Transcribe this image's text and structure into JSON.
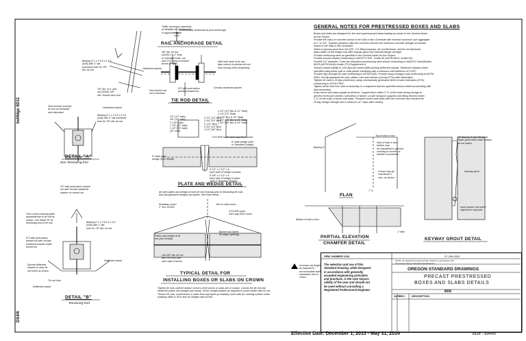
{
  "side_labels": {
    "top": "beMdge 6D11",
    "bottom": "DS4/6"
  },
  "details": {
    "rail_anchorage": "RAIL ANCHORAGE DETAIL",
    "tie_rod": "TIE ROD DETAIL",
    "plate_wedge": "PLATE AND WEDGE DETAIL",
    "typical_line1": "TYPICAL DETAIL FOR",
    "typical_line2": "INSTALLING BOXES OR SLABS ON CROWN",
    "detail_a": "DETAIL \"A\"",
    "detail_a_sub": "Non-Tensioning End",
    "detail_b": "DETAIL \"B\"",
    "detail_b_sub": "Tensioning End",
    "plan": "PLAN",
    "partial_elev_1": "PARTIAL ELEVATION",
    "partial_elev_2": "CHAMFER DETAIL",
    "keyway": "KEYWAY GROUT DETAIL"
  },
  "callouts": {
    "traffic_rail": [
      "Traffic rail anchor assembly",
      "as detailed on rail drawings",
      "or approved equal"
    ],
    "deflector": "Deflector bar downward at post anchorage",
    "rod_spec": [
      "5/8\" dia. tie rod",
      "(A449) x 8'-2\" long",
      "w/ threaded ends, nut",
      "and 3\"x4\" long at exterior",
      "boxes or slabs"
    ],
    "hardened_washer": "Hardened washer",
    "nonfurned": [
      "Non-furned end",
      "nut in blockout"
    ],
    "dti": [
      "DTI with protrusions",
      "pointing toward nut"
    ],
    "with_ends": [
      "With both ends of tie rod,",
      "tape wrench to prevent tie rod",
      "from turning when tensioning."
    ],
    "circular_washer": "Circular hardened washer",
    "bearing_top": [
      "Bearing E 1 x 4 1/2 x 4 1/2",
      "(A36) with 1\" dia.",
      "(oversize) hole for 7/8\"",
      "dia. tie rod"
    ],
    "dia_nut": [
      "7/8\" dia. N.S. and",
      "nut (A449), 5/8\"",
      "min. thread each end"
    ],
    "nuts_housed": [
      "Nuts housed oversize",
      "tie rod nut threaded",
      "and lubricated"
    ],
    "bearing_mid": [
      "Bearing E 1 x 4 1/2 x 4 1/2",
      "(A36) with 1\" dia./centered",
      "hole for 7/8\" dia. tie rod"
    ],
    "dti_toward": [
      "DTI with protrusions toward",
      "nut with circular hardened",
      "washer on turned nut"
    ],
    "recess": [
      "Form recess bearing plate",
      "perpendicular to tie rod as",
      "shown. Use Detail \"B\" at",
      "tensioning end of tie rod."
    ],
    "dti_b": [
      "DTI with protrusions",
      "toward nut with circular",
      "hardened washer under",
      "turned nut"
    ],
    "bearing_b": [
      "Bearing E 1 x 4 1/2 x 4 1/2",
      "(A36) with 1\" dia.",
      "hole for 7/8\" dia. tie rod"
    ],
    "spread": [
      "Spread deflected",
      "strands to clear tie",
      "rod holes as shown"
    ],
    "tierod_hole": "Tie rod hole",
    "deflected": "Deflected strand",
    "deflected2": "Deflected strand",
    "rod_list": [
      "1 1/2\" (13\" Box & 12\" Slab)",
      "2 1/4\" (15\" Slab)",
      "2\" (18\" Box & 18\" Slab)",
      "2 1/4\" (21\" Box & 21\" Slab)",
      "2 1/2\" (48\" Box & 26\" Slab)"
    ],
    "depths_left": [
      "1/2\" (12\" slab)",
      "3/4\" (15\" slab)",
      "1\" (18\" slab)",
      "1 1/4\" (21\" slab)",
      "1 1/2\" (26\" slab)",
      "(30\" slab)"
    ],
    "depths_right": [
      "2 1/2\" (13\" Box)",
      "2 3/4\" (15\" Box)",
      "3\" (21\" Box)",
      "3 1/4\" (24\" Box)",
      "3 1/2\" (48\" Box)"
    ],
    "wide_steel": [
      "8\" wide steel",
      "wedge (See Details)"
    ],
    "wedge_note": [
      "8\" wide wedge (A36",
      "or Standard Quality)"
    ],
    "fy_plate": "0.03 ft³/ft super each way from crown",
    "plate_spec": [
      "E 1/2\" x 2 1/2\" x 9",
      "each side of wedge in boxes,",
      "E 5/8\" x 2 1/2\" x 9",
      "each side of wedge in slabs",
      "(A36 or Standard Quality)"
    ],
    "plate_note": [
      "All steel plates and wedge at each tie rod crossing prior to tensioning tie rods.",
      "Anti-slip galvanize wedges and plates. See Note below."
    ],
    "roadway_crown": [
      "Roadway crown",
      "2\" min. ACWS"
    ],
    "box_slab": "Box or slab crown",
    "fy_super": [
      "0.03 ft³/ft super",
      "each way from crown"
    ],
    "plates_wedge": [
      "Plates and wedge at tie",
      "rod (see Details)"
    ],
    "backer_rod": [
      "Backer rod (sized",
      "for larger opening)"
    ],
    "use_dia": [
      "Use 5/8\" dia. tie rod",
      "with hex nuts and",
      "each side of boxes"
    ],
    "increase_rod": [
      "Increase rod length",
      "as required to",
      "accommodate add'l",
      "separation due to",
      "crown."
    ],
    "bottom_note": [
      "Tighten tie rods until the bottom corners of the boxes or slabs are in contact. Loosen the tie rod and",
      "install the plates and wedges and slowly, SNUG wedge position as required to avoid conflict with tie rod.",
      "Tension tie rods, install boxes or slabs level and build up roadway crown with AC wearing surface when",
      "roadway width is 28 or less for bridges with ACWS."
    ],
    "top_slab": "Top of slab or box",
    "side_slab": [
      "Side of slab or box",
      "bottom may",
      "be chamfered to prevent",
      "cracking of corners of",
      "transfer of prestress"
    ],
    "corner_chamfer": [
      "Corner may be",
      "chamfered 1\"",
      "max. as shown"
    ],
    "bottom_slab": "Bottom of slab or box",
    "chamfer_dim": "1\" Max",
    "bearing_e": "Bearing E",
    "dim_7": "7\" cl",
    "fill_keyway": [
      "Fill keyway to top with grout.",
      "Paper grout when slab contains",
      "do not match"
    ],
    "keyway_grout": "Keyway grout",
    "insert_backer": [
      "Insert backer rod where",
      "required to seal joint"
    ]
  },
  "general_notes": {
    "title": "GENERAL NOTES FOR PRESTRESSED BOXES AND SLABS",
    "lines": [
      "Boxes and slabs are designed for live and superimposed dead loading as shown in the General Notes",
      "for the Project.",
      "Provide the class of concrete shown in the Slab or Box Schedule with nominal maximum size aggregate",
      "of 1\" or 3/4\". Transfer prestress after the concrete reaches the minimum concrete strength at transfer",
      "shown in the Slab or Box Schedule.",
      "Select a keyway grout from the QPL. For filling keyways, tie rod blockouts, and tie rod blockouts.",
      "Allow traffic on the bridge only after keyway grout has reached design strength.",
      "Provide reinforcing steel as specified in the General Notes for the Project.",
      "Provide smooth dowels conforming to AASHTO M31, Grade 60 (ASTM A615, Grade 60).",
      "Provide 1/2\" diameter 7 wire low relaxation prestressing steel strand conforming to AASHTO Specification",
      "M203 (ASTM A416),Grade 270 (Supplement I).",
      "Tension strand initially to 3/10 kips per strand (after jacking deflected strand). Detension strands where",
      "specified using either split or solid plastic sheathing with a minimum wall thickness of 0.025\".",
      "Provide high strength tie rods conforming to ASTM A449. Provide heavy hexagon nuts conforming to ASTM",
      "A563. Hot-dip galvanize tie rods, plates, nuts and washers (except DTIs) after fabrication.",
      "Tighten tie rods to 29 kips (minimum) using mechanically generated direct tension indicators (DTIs)",
      "conforming to ASTM F959.",
      "Tighten all tie rods from side of assembly in a sequence that the specified tension before proceeding with",
      "final tensioning.",
      "Keep boxes and slabs upright at all times. Support them within 2'-0\" of the ends during storage to",
      "prevent excessive camber, overstress or failure. Locate transport supports and lifting devices within",
      "2'-0\" of the ends of boxes and slabs. Transport boxes and slabs after the concrete has reached the",
      "28 day design strength and a minimum of 7 days after casting."
    ]
  },
  "title_block": {
    "dwg_label": "DRW. NUMBER 2136",
    "date": "07-JAN-2009",
    "note_text": [
      "NOTE: All material and workmanship shall be in accordance with",
      "the current Oregon Standard Specifications"
    ],
    "agency": "OREGON STANDARD DRAWINGS",
    "title_1": "PRECAST PRESTRESSED",
    "title_2": "BOXES AND SLABS DETAILS",
    "number": "BD6",
    "seal_text": [
      "The selection and use of this",
      "Standard Drawing, while designed",
      "in accordance with generally",
      "accepted engineering principles",
      "and practices, is the sole respon-",
      "sibility of the user and should not",
      "be used without consulting a",
      "Registered Professional Engineer."
    ],
    "rev_head": [
      "DATE",
      "REV.",
      "DESCRIPTION"
    ]
  },
  "footer": {
    "effective": "Effective Date: December 1, 2013 - May 31, 2014",
    "sheet": "BD6 - 89445"
  }
}
